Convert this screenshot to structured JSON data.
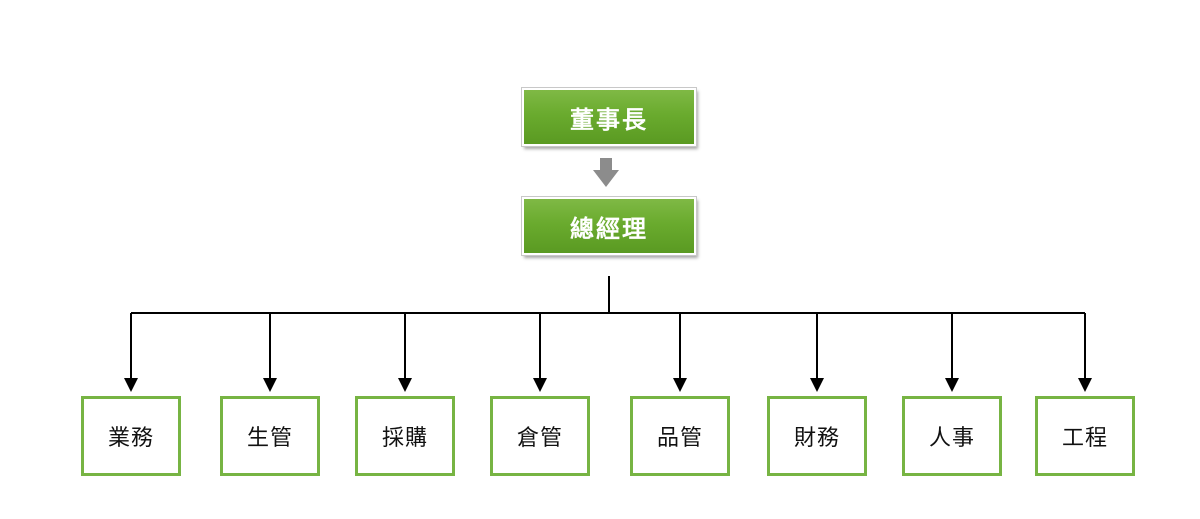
{
  "chart": {
    "top": {
      "chairman": "董事長",
      "general_manager": "總經理"
    },
    "departments": [
      "業務",
      "生管",
      "採購",
      "倉管",
      "品管",
      "財務",
      "人事",
      "工程"
    ]
  },
  "colors": {
    "top_box_fill": "#6aab2e",
    "dept_border": "#77b443",
    "connector": "#000000",
    "down_arrow": "#8c8c8c"
  }
}
